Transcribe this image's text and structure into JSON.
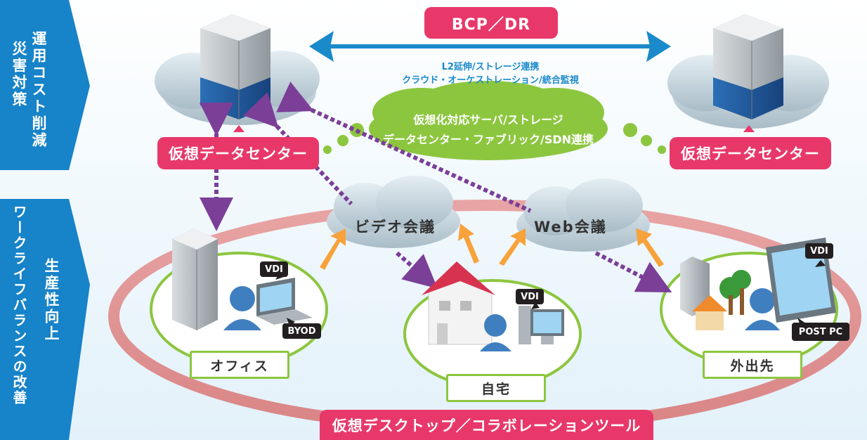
{
  "left_banner": {
    "top": {
      "line1": "運用コスト削減",
      "line2": "災害対策"
    },
    "bottom": {
      "line1": "ワークライフバランスの改善",
      "line2": "生産性向上"
    }
  },
  "top": {
    "bcp_label": "BCP／DR",
    "link_line1": "L2延伸/ストレージ連携",
    "link_line2": "クラウド・オーケストレーション/統合監視"
  },
  "datacenter_left_label": "仮想データセンター",
  "datacenter_right_label": "仮想データセンター",
  "virtualization_bubble": {
    "line1": "仮想化対応サーバ/ストレージ",
    "line2": "データセンター・ファブリック/SDN連携"
  },
  "clouds": {
    "video_meeting": "ビデオ会議",
    "web_meeting": "Web会議"
  },
  "locations": {
    "office": "オフィス",
    "home": "自宅",
    "remote": "外出先"
  },
  "tags": {
    "vdi_office": "VDI",
    "byod": "BYOD",
    "vdi_home": "VDI",
    "vdi_remote": "VDI",
    "post_pc": "POST PC"
  },
  "bottom_banner": "仮想デスクトップ／コラボレーションツール",
  "colors": {
    "accent_pink": "#e8386a",
    "blue": "#1a8acb",
    "green": "#8cc63f",
    "dotted_purple": "#7b3f98",
    "arrow_orange": "#f7a23b"
  }
}
